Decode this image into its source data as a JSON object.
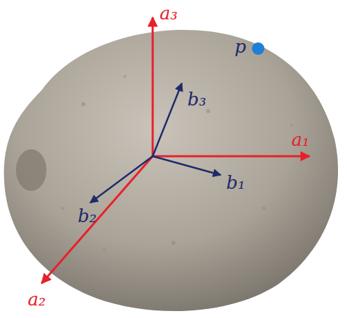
{
  "diagram": {
    "labels": [
      "a₃",
      "p",
      "b₃",
      "a₁",
      "b₁",
      "b₂",
      "a₂"
    ]
  }
}
